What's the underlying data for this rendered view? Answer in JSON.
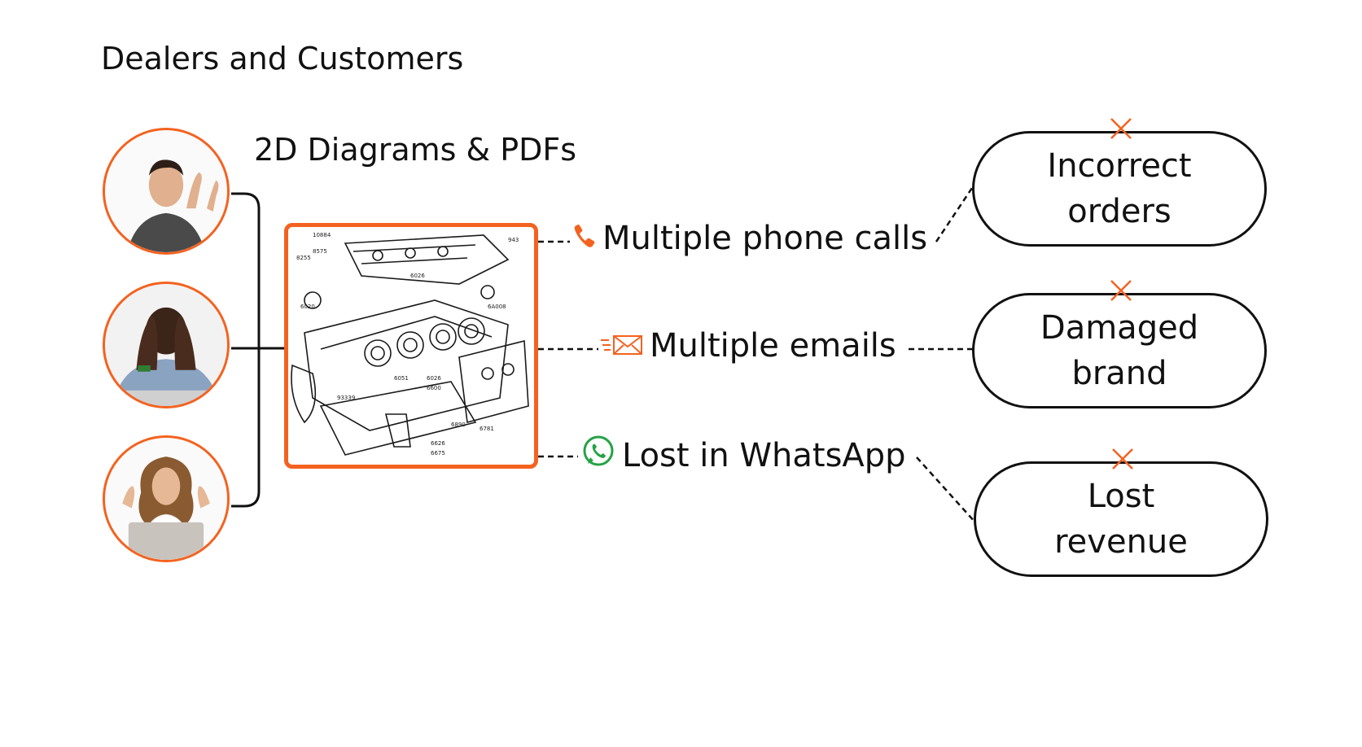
{
  "header": {
    "section_title": "Dealers and Customers",
    "diagram_title": "2D Diagrams & PDFs"
  },
  "people": [
    {
      "description": "frustrated-man"
    },
    {
      "description": "stressed-man"
    },
    {
      "description": "frustrated-woman"
    }
  ],
  "channels": [
    {
      "label": "Multiple phone calls",
      "icon": "phone-icon",
      "color": "#f4621f"
    },
    {
      "label": "Multiple emails",
      "icon": "email-icon",
      "color": "#f4621f"
    },
    {
      "label": "Lost in WhatsApp",
      "icon": "whatsapp-icon",
      "color": "#25a244"
    }
  ],
  "outcomes": [
    {
      "label": "Incorrect orders"
    },
    {
      "label": "Damaged brand"
    },
    {
      "label": "Lost revenue"
    }
  ],
  "colors": {
    "accent": "#f4621f",
    "text": "#111111",
    "whatsapp": "#25a244"
  },
  "diagram_labels": [
    "10884",
    "8575",
    "8255",
    "6026",
    "943",
    "6020",
    "6A008",
    "6051",
    "6026",
    "6600",
    "93339",
    "6890",
    "6781",
    "6626",
    "6675"
  ]
}
